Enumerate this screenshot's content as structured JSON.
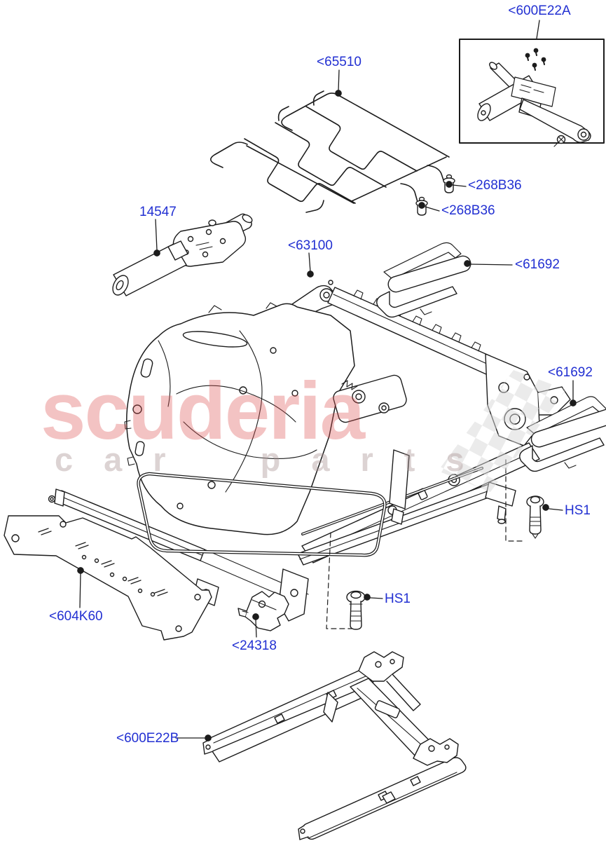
{
  "watermark": {
    "brand": "scuderia",
    "subtitle": "car parts"
  },
  "colors": {
    "label_blue": "#2230d2",
    "line_black": "#1c1c1c",
    "watermark_red": "rgba(219,78,78,0.34)",
    "watermark_gray": "rgba(168,144,144,0.40)"
  },
  "labels": {
    "l600E22A": {
      "text": "<600E22A"
    },
    "l65510": {
      "text": "<65510"
    },
    "l268B36_a": {
      "text": "<268B36"
    },
    "l268B36_b": {
      "text": "<268B36"
    },
    "l14547": {
      "text": "14547"
    },
    "l63100": {
      "text": "<63100"
    },
    "l61692_a": {
      "text": "<61692"
    },
    "l61692_b": {
      "text": "<61692"
    },
    "lHS1_a": {
      "text": "HS1"
    },
    "lHS1_b": {
      "text": "HS1"
    },
    "l604K60": {
      "text": "<604K60"
    },
    "l24318": {
      "text": "<24318"
    },
    "l600E22B": {
      "text": "<600E22B"
    }
  }
}
